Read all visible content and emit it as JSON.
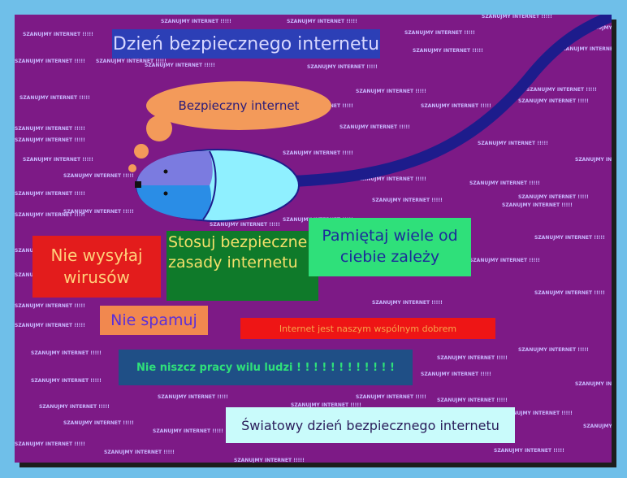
{
  "title": "Dzień bezpiecznego internetu",
  "bubble_text": "Bezpieczny internet",
  "background_slogan": "SZANUJMY INTERNET !!!!!",
  "messages": {
    "no_viruses": "Nie wysyłaj wirusów",
    "safe_rules": "Stosuj bezpieczne zasady internetu",
    "remember": "Pamiętaj wiele od ciebie zależy",
    "no_spam": "Nie spamuj",
    "common_good": "Internet jest naszym wspólnym dobrem",
    "no_destroy": "Nie niszcz pracy wilu ludzi ! ! ! ! ! ! ! ! ! ! ! !",
    "world_day": "Światowy dzień bezpiecznego internetu"
  },
  "colors": {
    "poster_bg": "#7d1a86",
    "frame_bg": "#6fbfe9",
    "title_box": "#2c3fb6",
    "bubble": "#f39a5a",
    "no_viruses_box": "#e31c1c",
    "safe_rules_box": "#0f7a2a",
    "remember_box": "#2fe07a",
    "no_spam_box": "#f1884f",
    "common_good_box": "#ee1515",
    "no_destroy_box": "#1f4f86",
    "world_day_box": "#c9fbfb"
  }
}
